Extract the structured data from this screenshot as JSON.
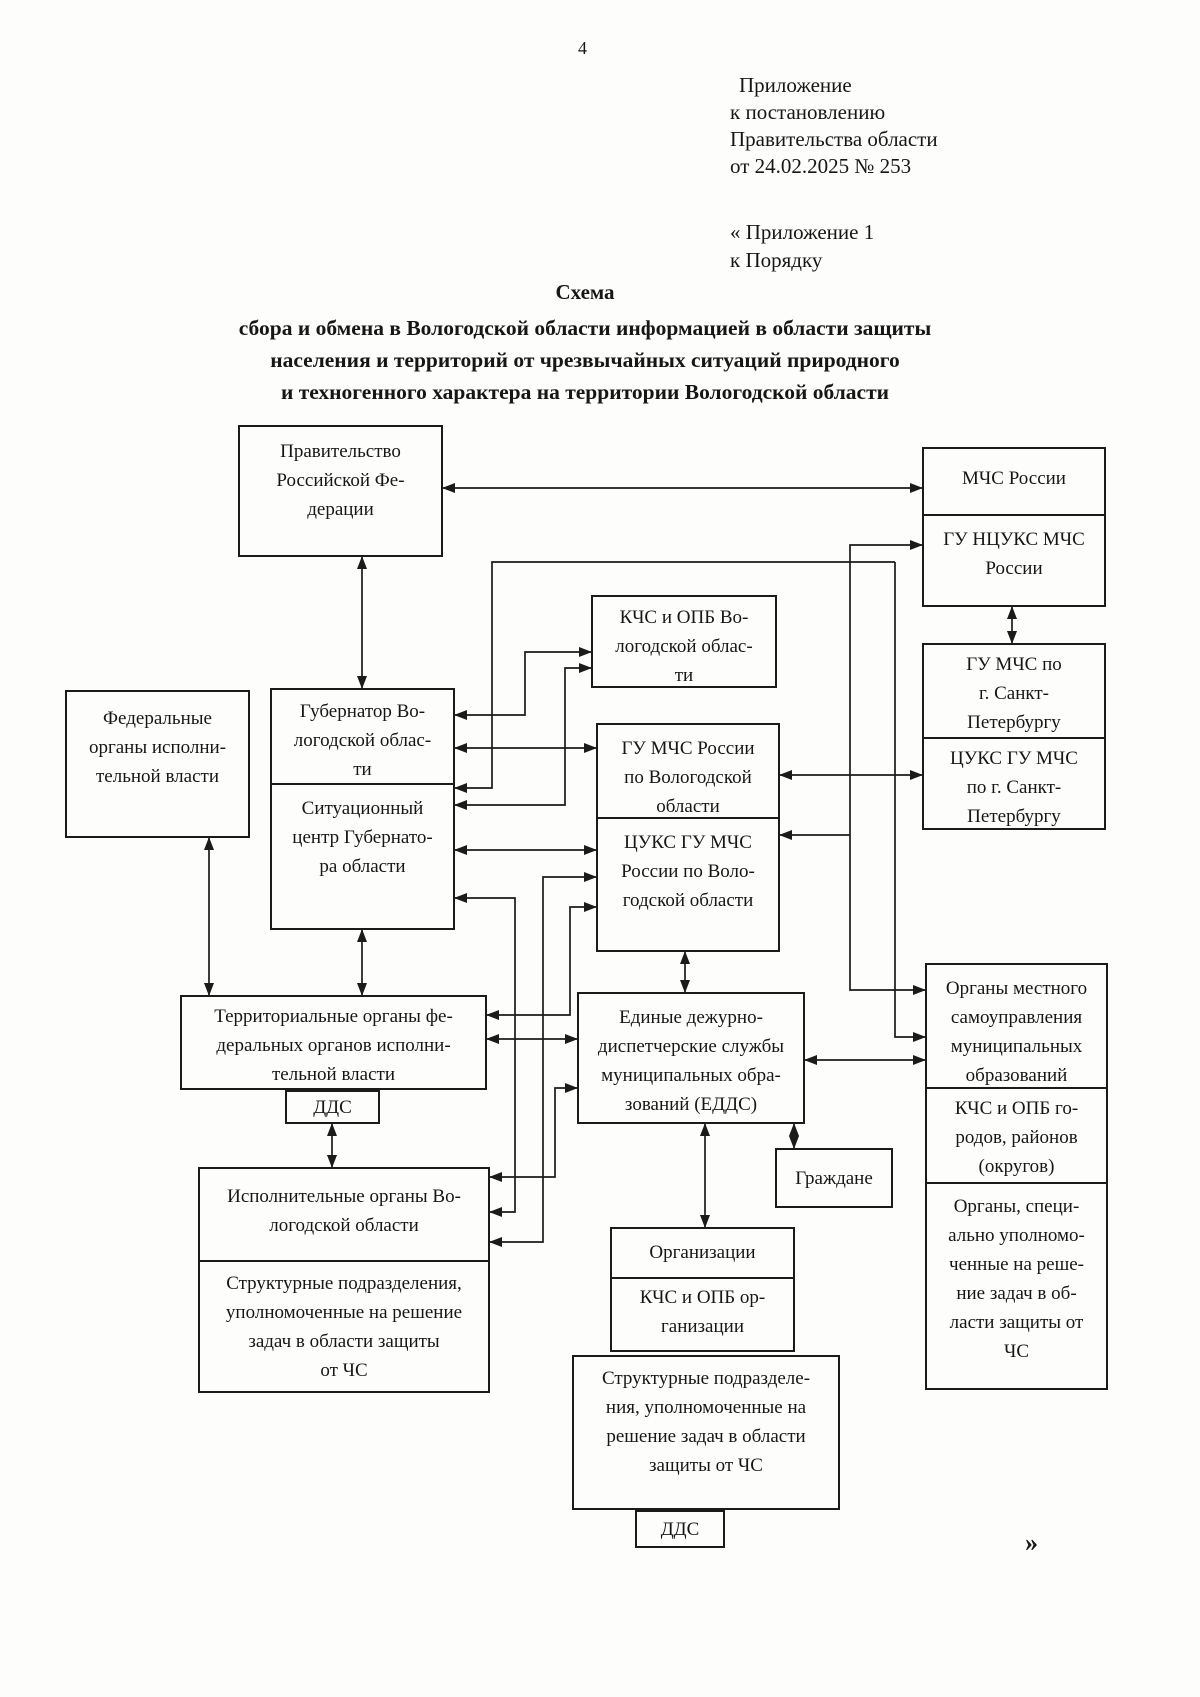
{
  "page": {
    "number": "4",
    "closing_quote": "»"
  },
  "header": {
    "lines": [
      "Приложение",
      "к постановлению",
      "Правительства области",
      "от  24.02.2025 № 253"
    ],
    "appendix_lines": [
      "« Приложение 1",
      "к Порядку"
    ]
  },
  "title": {
    "line1": "Схема",
    "line2": "сбора и обмена в Вологодской области информацией в области защиты",
    "line3": "населения и территорий от чрезвычайных ситуаций природного",
    "line4": "и техногенного характера на территории Вологодской области"
  },
  "diagram": {
    "nodes": {
      "pravitelstvo": "Правительство\nРоссийской Фе-\nдерации",
      "mchs": "МЧС России",
      "ncuks": "ГУ НЦУКС МЧС\nРоссии",
      "gu_spb": "ГУ МЧС по\nг. Санкт-\nПетербургу",
      "cuks_spb": "ЦУКС ГУ МЧС\nпо г. Санкт-\nПетербургу",
      "kchs_vo": "КЧС и ОПБ Во-\nлогодской облас-\nти",
      "federal": "Федеральные\nорганы исполни-\nтельной власти",
      "gubernator": "Губернатор Во-\nлогодской облас-\nти",
      "sitcentr": "Ситуационный\nцентр Губернато-\nра области",
      "gu_vo": "ГУ МЧС России\nпо Вологодской\nобласти",
      "cuks_vo": "ЦУКС ГУ МЧС\nРоссии по Воло-\nгодской области",
      "terr": "Территориальные органы фе-\nдеральных органов исполни-\nтельной власти",
      "dds1": "ДДС",
      "edds": "Единые дежурно-\nдиспетчерские службы\nмуниципальных обра-\nзований (ЕДДС)",
      "msu": "Органы местного\nсамоуправления\nмуниципальных\nобразований",
      "kchs_gorod": "КЧС и ОПБ го-\nродов, районов\n(округов)",
      "organy_spec": "Органы, специ-\nально уполномо-\nченные на реше-\nние задач в об-\nласти защиты от\nЧС",
      "grazhdane": "Граждане",
      "ispolnit": "Исполнительные органы Во-\nлогодской области",
      "strukt1": "Структурные подразделения,\nуполномоченные на решение\nзадач в области защиты\nот ЧС",
      "organizatsii": "Организации",
      "kchs_org": "КЧС и ОПБ ор-\nганизации",
      "strukt2": "Структурные подразделе-\nния, уполномоченные на\nрешение задач в области\nзащиты от ЧС",
      "dds2": "ДДС"
    }
  }
}
